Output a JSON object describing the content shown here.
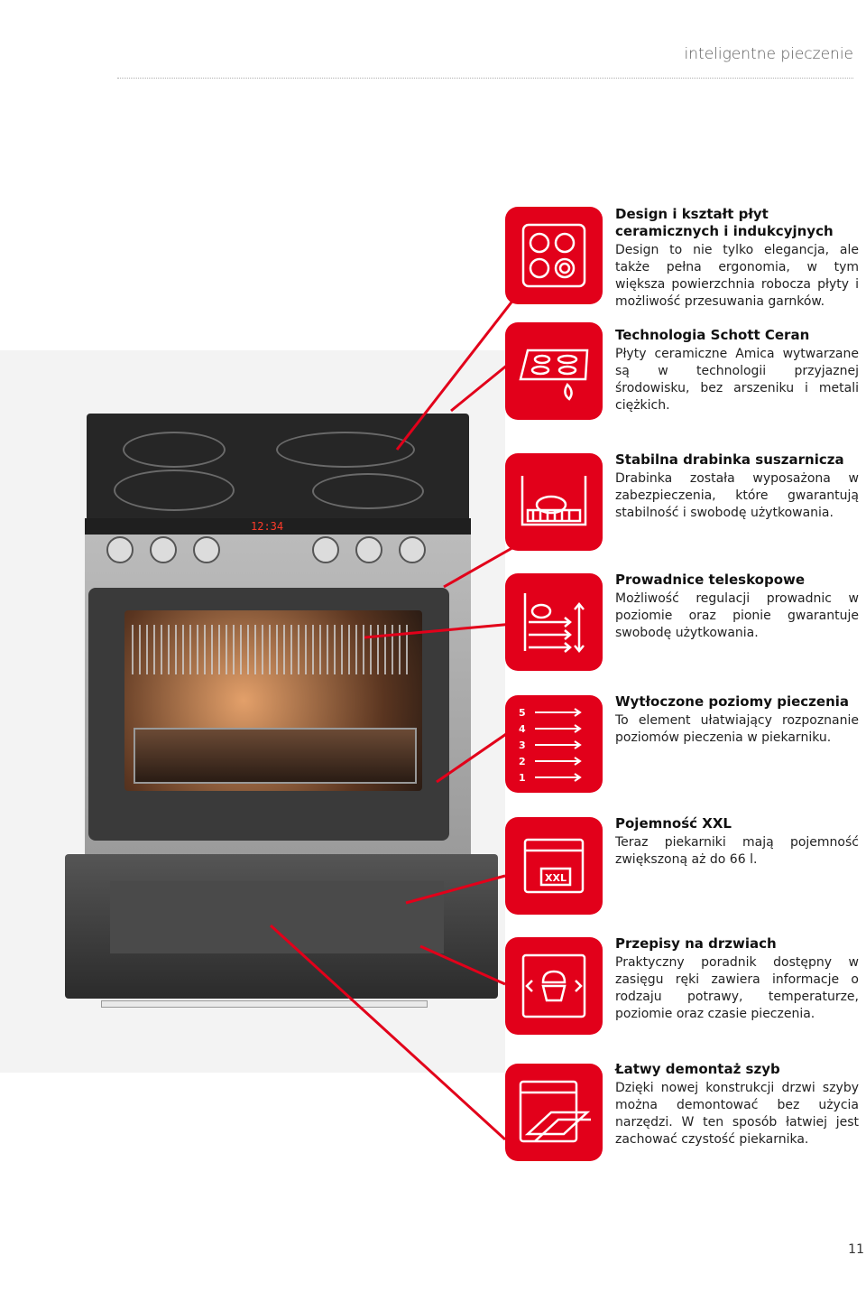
{
  "header": {
    "section_title": "inteligentne pieczenie"
  },
  "stove": {
    "clock_display": "12:34"
  },
  "features": [
    {
      "title": "Design i kształt płyt ceramicznych i indukcyjnych",
      "text": "Design to nie tylko elegancja, ale także pełna ergonomia, w tym większa powierzchnia robocza płyty i możliwość przesuwania garnków.",
      "icon": "hob-zones-icon"
    },
    {
      "title": "Technologia Schott Ceran",
      "text": "Płyty ceramiczne Amica wytwarzane są w technologii przyjaznej środowisku, bez arszeniku i metali ciężkich.",
      "icon": "schott-ceran-icon",
      "icon_label": "SCHOTT CERAN"
    },
    {
      "title": "Stabilna drabinka suszarnicza",
      "text": "Drabinka została wyposażona w zabezpieczenia, które gwarantują stabilność i swobodę użytkowania.",
      "icon": "oven-rack-icon"
    },
    {
      "title": "Prowadnice teleskopowe",
      "text": "Możliwość regulacji prowadnic w poziomie oraz pionie gwarantuje swobodę użytkowania.",
      "icon": "telescopic-rails-icon"
    },
    {
      "title": "Wytłoczone poziomy pieczenia",
      "text": "To element ułatwiający rozpoznanie poziomów pieczenia w piekarniku.",
      "icon": "baking-levels-icon",
      "levels": [
        "5",
        "4",
        "3",
        "2",
        "1"
      ]
    },
    {
      "title": "Pojemność XXL",
      "text": "Teraz piekarniki mają pojemność zwiększoną aż do 66 l.",
      "icon": "xxl-oven-icon",
      "icon_label": "XXL"
    },
    {
      "title": "Przepisy na drzwiach",
      "text": "Praktyczny poradnik dostępny w zasięgu ręki zawiera informacje o rodzaju potrawy, temperaturze, poziomie oraz czasie pieczenia.",
      "icon": "recipe-cake-icon"
    },
    {
      "title": "Łatwy demontaż szyb",
      "text": "Dzięki nowej konstrukcji drzwi szyby można demontować bez użycia narzędzi. W ten sposób łatwiej jest zachować czystość piekarnika.",
      "icon": "door-glass-removal-icon"
    }
  ],
  "footer": {
    "page_number": "11"
  },
  "colors": {
    "accent": "#e2001a"
  }
}
